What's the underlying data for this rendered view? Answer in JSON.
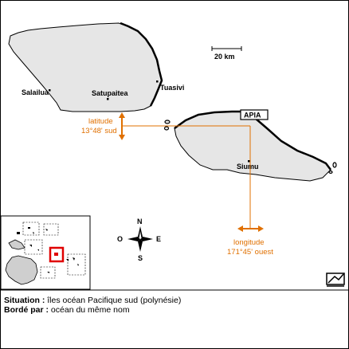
{
  "places": {
    "salailua": "Salailua",
    "satupaitea": "Satupaitea",
    "tuasivi": "Tuasivi",
    "apia": "APIA",
    "siumu": "Siumu"
  },
  "scale": {
    "label": "20 km"
  },
  "latitude": {
    "title": "latitude",
    "value": "13°48' sud"
  },
  "longitude": {
    "title": "longitude",
    "value": "171°45' ouest"
  },
  "compass": {
    "n": "N",
    "s": "S",
    "e": "E",
    "w": "O"
  },
  "info": {
    "situation_label": "Situation :",
    "situation_value": " îles océan Pacifique sud (polynésie)",
    "border_label": "Bordé par :",
    "border_value": " océan du même nom"
  },
  "colors": {
    "land": "#e6e6e6",
    "coast": "#000000",
    "annotation": "#e07000",
    "inset_highlight": "#e00000"
  },
  "icons": {
    "corner": "map-fold-icon"
  }
}
